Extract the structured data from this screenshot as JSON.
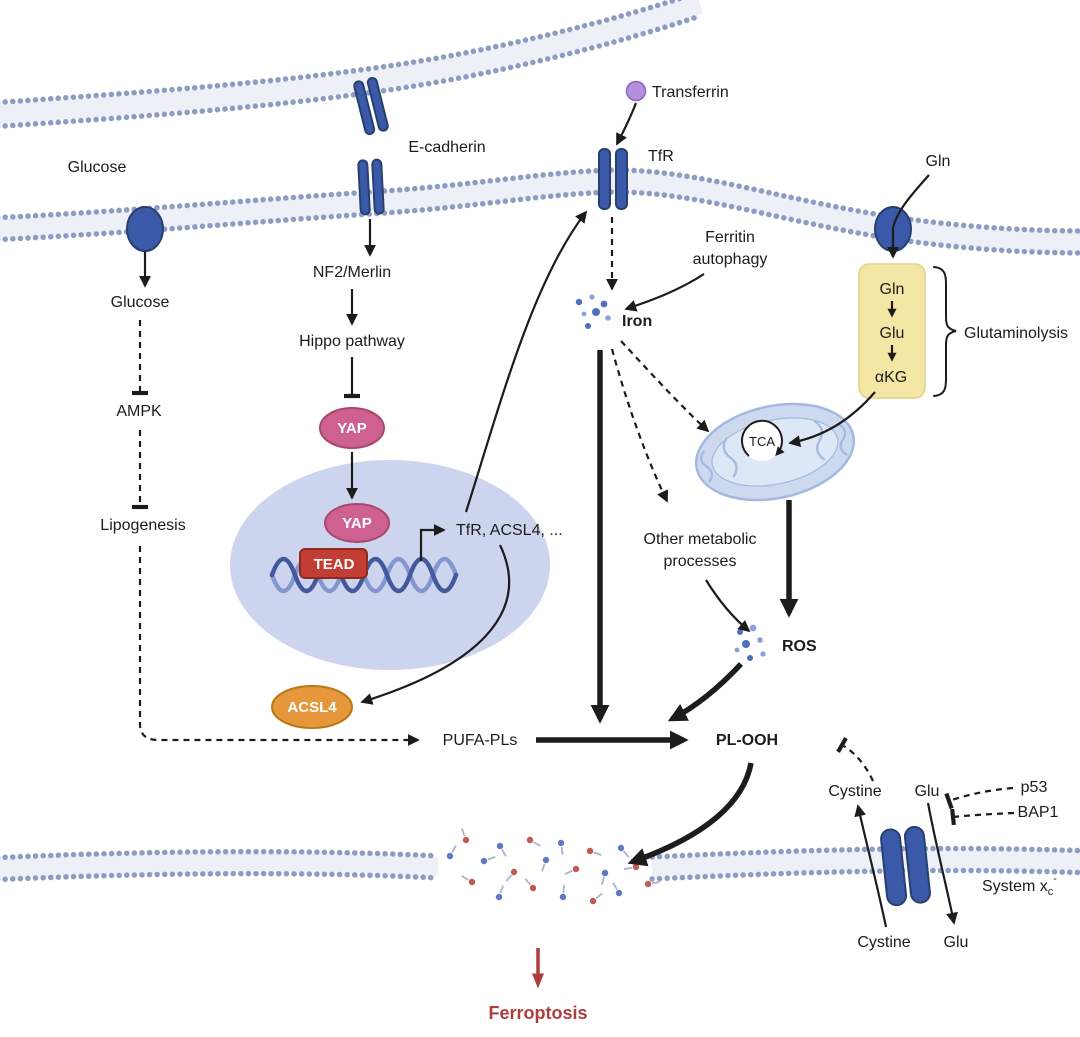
{
  "labels": {
    "glucose_out": "Glucose",
    "glucose_in": "Glucose",
    "ampk": "AMPK",
    "lipogenesis": "Lipogenesis",
    "e_cadherin": "E-cadherin",
    "nf2_merlin": "NF2/Merlin",
    "hippo_pathway": "Hippo pathway",
    "yap_cyto": "YAP",
    "yap_nuc": "YAP",
    "tead": "TEAD",
    "target_genes": "TfR, ACSL4, ...",
    "acsl4": "ACSL4",
    "pufa_pls": "PUFA-PLs",
    "pl_ooh": "PL-OOH",
    "transferrin": "Transferrin",
    "tfr": "TfR",
    "iron": "Iron",
    "ferritin_autophagy_1": "Ferritin",
    "ferritin_autophagy_2": "autophagy",
    "other_metabolic_1": "Other metabolic",
    "other_metabolic_2": "processes",
    "tca": "TCA",
    "ros": "ROS",
    "gln_extracellular": "Gln",
    "gln": "Gln",
    "glu": "Glu",
    "akg": "αKG",
    "glutaminolysis": "Glutaminolysis",
    "cystine_top": "Cystine",
    "glu_top": "Glu",
    "cystine_bottom": "Cystine",
    "glu_bottom": "Glu",
    "p53": "p53",
    "bap1": "BAP1",
    "system_xc_main": "System x",
    "system_xc_sub": "c",
    "system_xc_sup": "-",
    "ferroptosis": "Ferroptosis"
  },
  "colors": {
    "membrane_dot": "#8d9cc3",
    "membrane_band": "#edf0f7",
    "protein_blue": "#3a5aa9",
    "protein_blue_dark": "#27406e",
    "yap_pink": "#ce6190",
    "yap_pink_dark": "#a8476e",
    "tead_red": "#c23d33",
    "tead_red_dark": "#8f2a22",
    "acsl4_orange": "#e6973c",
    "acsl4_orange_dark": "#b97718",
    "nucleus_lavender": "#cdd5ee",
    "mito_fill": "#ccd9ef",
    "mito_inner": "#dde7f6",
    "mito_stroke": "#a4b9df",
    "gln_box": "#f4e7a5",
    "gln_box_stroke": "#e3d287",
    "transferrin_purple": "#b390dd",
    "transferrin_purple_dark": "#8b63c0",
    "iron_dot": "#4f6fc0",
    "iron_dot_light": "#8aa0d8",
    "ferroptosis_red": "#ad3e3e",
    "fragment_red": "#c05a52",
    "fragment_blue": "#5d7ac4",
    "fragment_tail": "#a9b4d0",
    "dna_strand": "#43589d",
    "dna_strand_light": "#8397cf"
  }
}
